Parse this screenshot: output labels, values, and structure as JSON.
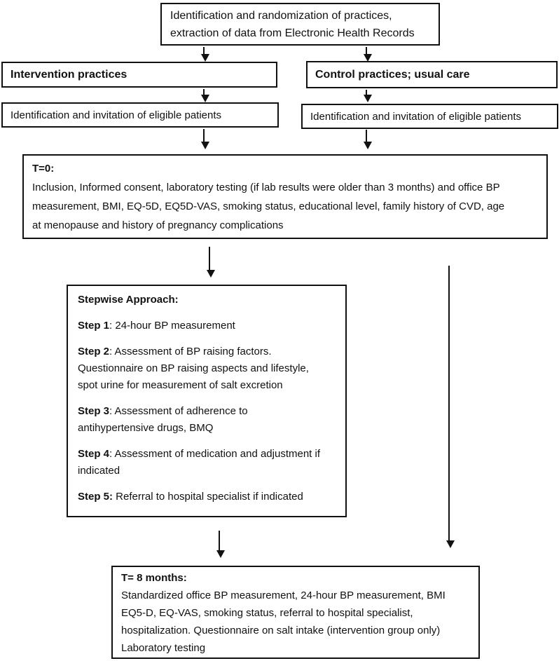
{
  "colors": {
    "line": "#111111",
    "background": "#ffffff"
  },
  "flowchart": {
    "top_box": {
      "text": "Identification and randomization of practices,\nextraction of data from Electronic Health Records"
    },
    "intervention_box": {
      "label": "Intervention practices"
    },
    "control_box": {
      "label": "Control practices; usual care"
    },
    "invite_left_box": {
      "label": "Identification and invitation of eligible patients"
    },
    "invite_right_box": {
      "label": "Identification and invitation of eligible patients"
    },
    "t0_box": {
      "heading": "T=0:",
      "body": "Inclusion, Informed consent, laboratory testing (if lab results were older than 3 months) and office BP\nmeasurement, BMI, EQ-5D, EQ5D-VAS, smoking status, educational level, family history of CVD, age\nat menopause and history of pregnancy complications"
    },
    "stepwise_box": {
      "heading": "Stepwise Approach:",
      "steps": [
        {
          "label": "Step 1",
          "text": ": 24-hour BP measurement"
        },
        {
          "label": "Step 2",
          "text": ": Assessment of BP raising factors.\nQuestionnaire on BP raising aspects and lifestyle,\nspot urine for measurement of salt excretion"
        },
        {
          "label": "Step 3",
          "text": ": Assessment of adherence to\nantihypertensive drugs, BMQ"
        },
        {
          "label": "Step 4",
          "text": ": Assessment of medication and adjustment if\nindicated"
        },
        {
          "label": "Step 5:",
          "text": " Referral to hospital specialist if indicated"
        }
      ]
    },
    "t8_box": {
      "heading": "T= 8 months:",
      "body": "Standardized office BP measurement, 24-hour BP measurement, BMI\nEQ5-D, EQ-VAS, smoking status, referral to hospital specialist,\nhospitalization. Questionnaire on salt intake (intervention group only)\nLaboratory testing"
    }
  }
}
